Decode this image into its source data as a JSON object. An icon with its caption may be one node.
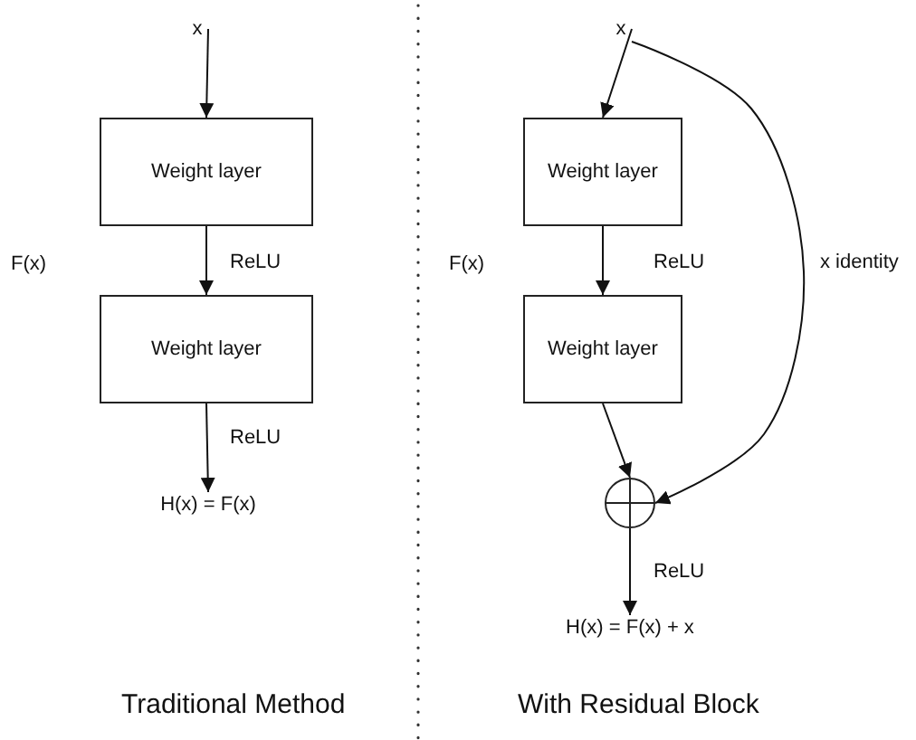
{
  "diagram": {
    "nodes": [
      {
        "text": [
          "x"
        ]
      },
      {
        "text": [
          "Weight layer"
        ]
      },
      {
        "text": [
          "Weight layer"
        ]
      },
      {
        "text": [
          "H(x) = F(x)"
        ]
      },
      {
        "text": [
          "x"
        ]
      },
      {
        "text": [
          "Weight layer"
        ]
      },
      {
        "text": [
          "Weight layer"
        ]
      },
      {
        "text": [],
        "shape": "circle"
      },
      {
        "text": [
          "H(x) = F(x) + x"
        ]
      }
    ],
    "edges": [
      {
        "from": 0,
        "to": 1,
        "arrow": "to"
      },
      {
        "from": 1,
        "to": 2,
        "arrow": "to",
        "label": "ReLU"
      },
      {
        "from": 2,
        "to": 3,
        "arrow": "to",
        "label": "ReLU"
      },
      {
        "from": 4,
        "to": 5,
        "arrow": "to"
      },
      {
        "from": 5,
        "to": 6,
        "arrow": "to",
        "label": "ReLU"
      },
      {
        "from": 6,
        "to": 7,
        "arrow": "to"
      },
      {
        "from": 4,
        "to": 7,
        "arrow": "to",
        "label": "x identity"
      },
      {
        "from": 7,
        "to": 8,
        "arrow": "to",
        "label": "ReLU"
      }
    ],
    "labels": [
      "F(x)",
      "F(x)",
      "Traditional Method",
      "With Residual Block"
    ]
  }
}
